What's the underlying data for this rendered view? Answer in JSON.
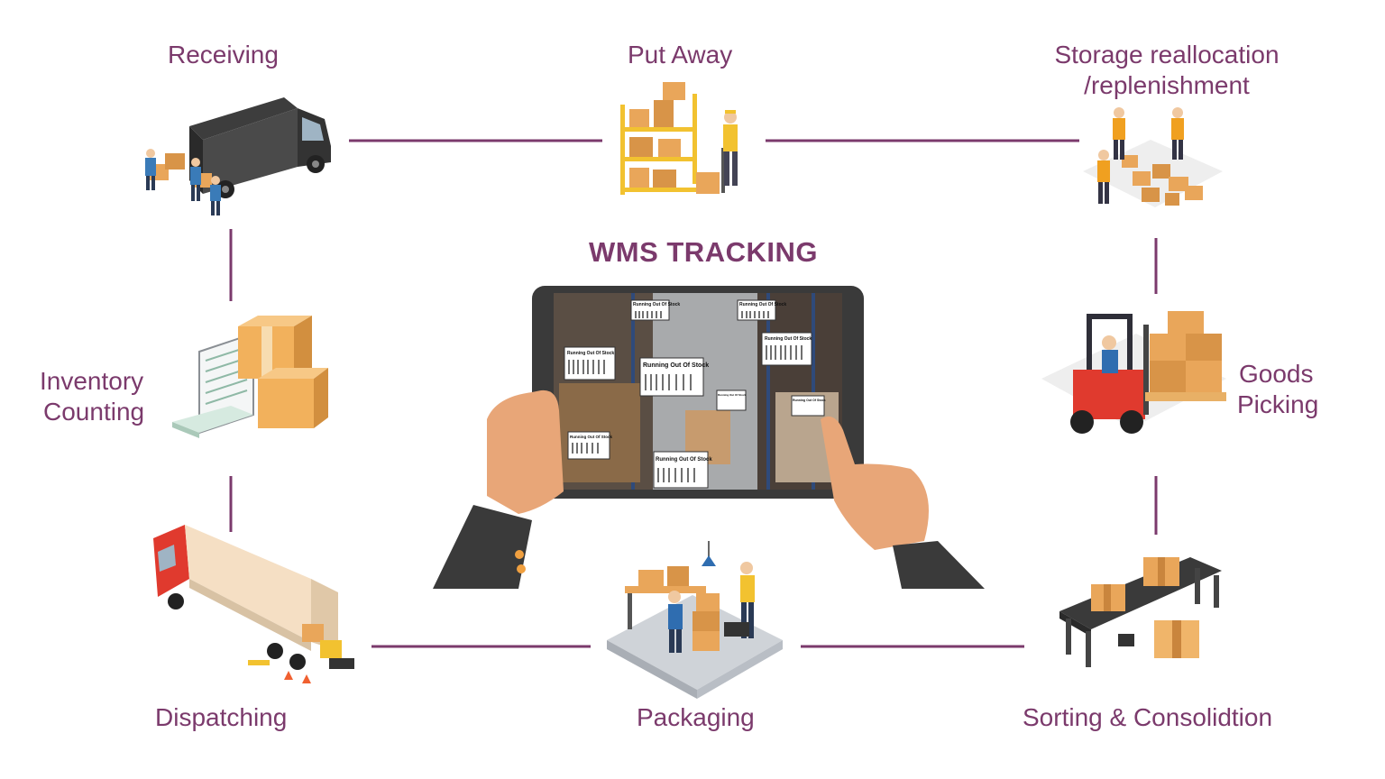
{
  "title": "WMS TRACKING",
  "colors": {
    "accent": "#7b3a6c",
    "line": "#7b3a6c",
    "box": "#e9a65a",
    "box_dark": "#c9853d"
  },
  "steps": {
    "receiving": "Receiving",
    "put_away": "Put Away",
    "storage_line1": "Storage reallocation",
    "storage_line2": "/replenishment",
    "goods_line1": "Goods",
    "goods_line2": "Picking",
    "sorting": "Sorting & Consolidtion",
    "packaging": "Packaging",
    "dispatching": "Dispatching",
    "inventory_line1": "Inventory",
    "inventory_line2": "Counting"
  },
  "tablet": {
    "tags": [
      "Running Out Of Stock",
      "Running Out Of Stock",
      "Running Out Of Stock",
      "Running Out Of Stock",
      "Running Out Of Stock",
      "Running Out Of Stock",
      "Running Out Of Stock",
      "Running Out Of Stock",
      "Running Out Of Stock"
    ]
  },
  "icons": {
    "receiving": "delivery-truck-icon",
    "put_away": "shelving-worker-icon",
    "storage": "pallet-workers-icon",
    "goods_picking": "forklift-icon",
    "sorting": "conveyor-belt-icon",
    "packaging": "packing-station-icon",
    "dispatching": "semi-truck-icon",
    "inventory": "laptop-boxes-icon",
    "tablet": "tablet-scanner-icon"
  }
}
